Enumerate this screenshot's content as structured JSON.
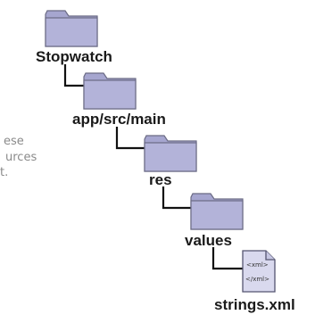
{
  "tree": {
    "root": {
      "label": "Stopwatch"
    },
    "level1": {
      "label": "app/src/main"
    },
    "level2": {
      "label": "res"
    },
    "level3": {
      "label": "values"
    },
    "file": {
      "label": "strings.xml",
      "icon_text_top": "<xml>",
      "icon_text_bottom": "</xml>"
    }
  },
  "annotation": {
    "line1": "ese",
    "line2": "urces",
    "line3": "t."
  },
  "colors": {
    "folder_fill": "#b3b3d9",
    "folder_tab": "#a6a6cf",
    "folder_stroke": "#6b6b85",
    "connector": "#111111",
    "file_fill": "#d9d9ee"
  }
}
